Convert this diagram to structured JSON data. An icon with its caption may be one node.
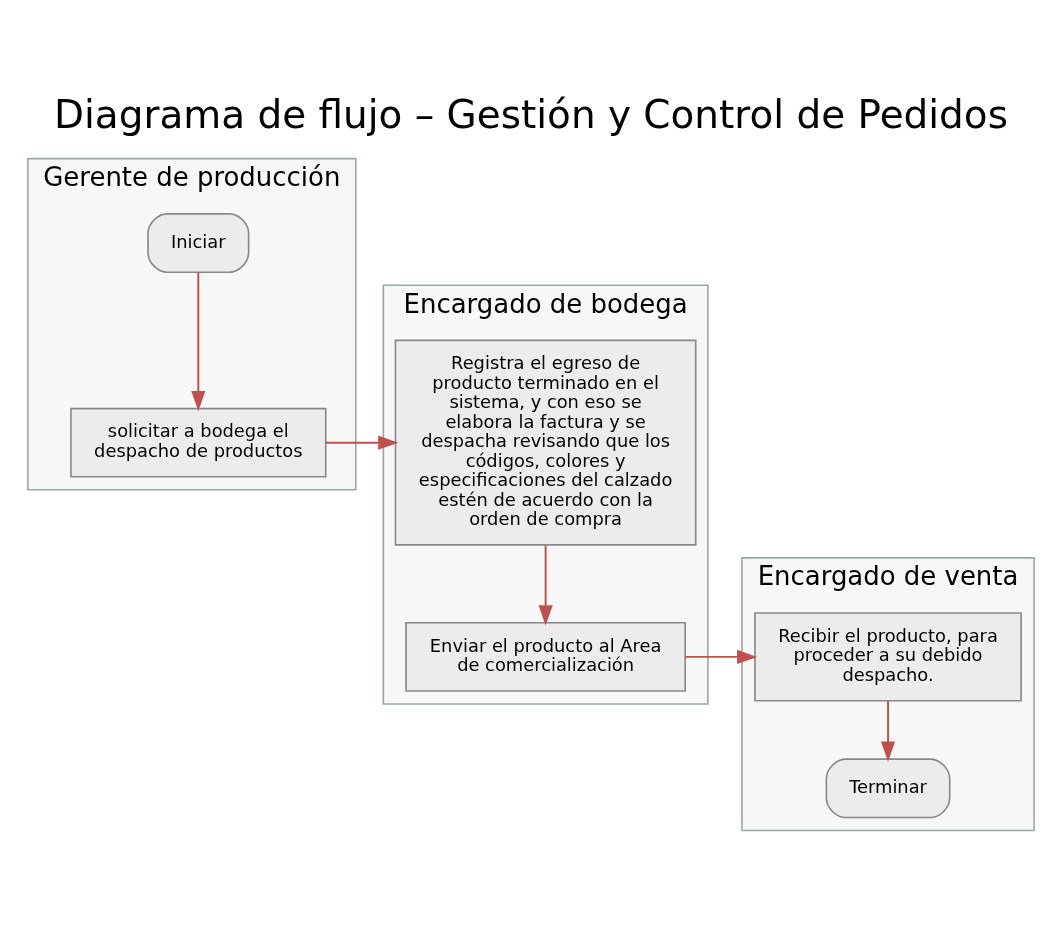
{
  "diagram": {
    "title": "Diagrama de flujo – Gestión y Control de Pedidos",
    "nodes": [
      {
        "text": [
          "Gerente de producción"
        ]
      },
      {
        "text": [
          "Encargado de bodega"
        ]
      },
      {
        "text": [
          "Encargado de venta"
        ]
      },
      {
        "text": [
          "Iniciar"
        ],
        "in": 0
      },
      {
        "text": [
          "solicitar a bodega el despacho de productos"
        ],
        "in": 0
      },
      {
        "text": [
          "Registra el egreso de producto terminado en el sistema, y con eso se elabora la factura y se despacha revisando que los códigos, colores y especificaciones del calzado estén de acuerdo con la orden de compra"
        ],
        "in": 1
      },
      {
        "text": [
          "Enviar el producto al Area de comercialización"
        ],
        "in": 1
      },
      {
        "text": [
          "Recibir el producto, para proceder a su debido despacho."
        ],
        "in": 2
      },
      {
        "text": [
          "Terminar"
        ],
        "in": 2
      }
    ],
    "edges": [
      {
        "from": 3,
        "to": 4,
        "arrow": "to"
      },
      {
        "from": 4,
        "to": 5,
        "arrow": "to"
      },
      {
        "from": 5,
        "to": 6,
        "arrow": "to"
      },
      {
        "from": 6,
        "to": 7,
        "arrow": "to"
      },
      {
        "from": 7,
        "to": 8,
        "arrow": "to"
      }
    ]
  }
}
